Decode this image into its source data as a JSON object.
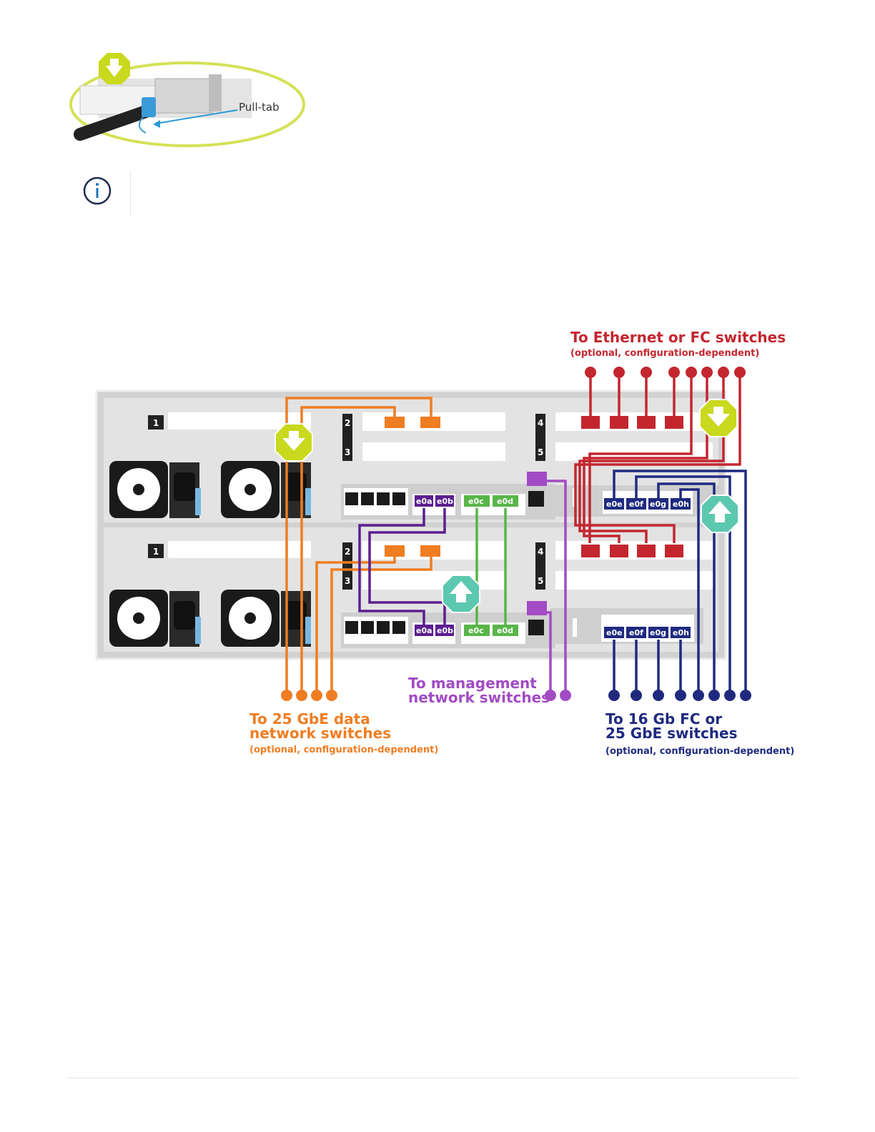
{
  "pull_tab": {
    "label": "Pull-tab"
  },
  "note": {
    "icon": "info-circle-icon"
  },
  "colors": {
    "ethernet_fc": "#c3262f",
    "data_25gbe": "#ef7d22",
    "management": "#a24bc4",
    "cluster_purple": "#5b1f90",
    "ha_green": "#58b549",
    "fc_16gb": "#1f2a7f",
    "pull_push_yellow": "#c9d91d",
    "push_teal": "#5cc8b0"
  },
  "labels": {
    "ethernet_title": "To Ethernet or FC switches",
    "ethernet_sub": "(optional, configuration-dependent)",
    "data_title_1": "To 25 GbE data",
    "data_title_2": "network switches",
    "data_sub": "(optional, configuration-dependent)",
    "mgmt_title_1": "To management",
    "mgmt_title_2": "network switches",
    "fc_title_1": "To 16 Gb FC or",
    "fc_title_2": "25 GbE switches",
    "fc_sub": "(optional, configuration-dependent)"
  },
  "slots": {
    "s1": "1",
    "s2": "2",
    "s3": "3",
    "s4": "4",
    "s5": "5"
  },
  "ports": {
    "e0a": "e0a",
    "e0b": "e0b",
    "e0c": "e0c",
    "e0d": "e0d",
    "e0e": "e0e",
    "e0f": "e0f",
    "e0g": "e0g",
    "e0h": "e0h"
  }
}
